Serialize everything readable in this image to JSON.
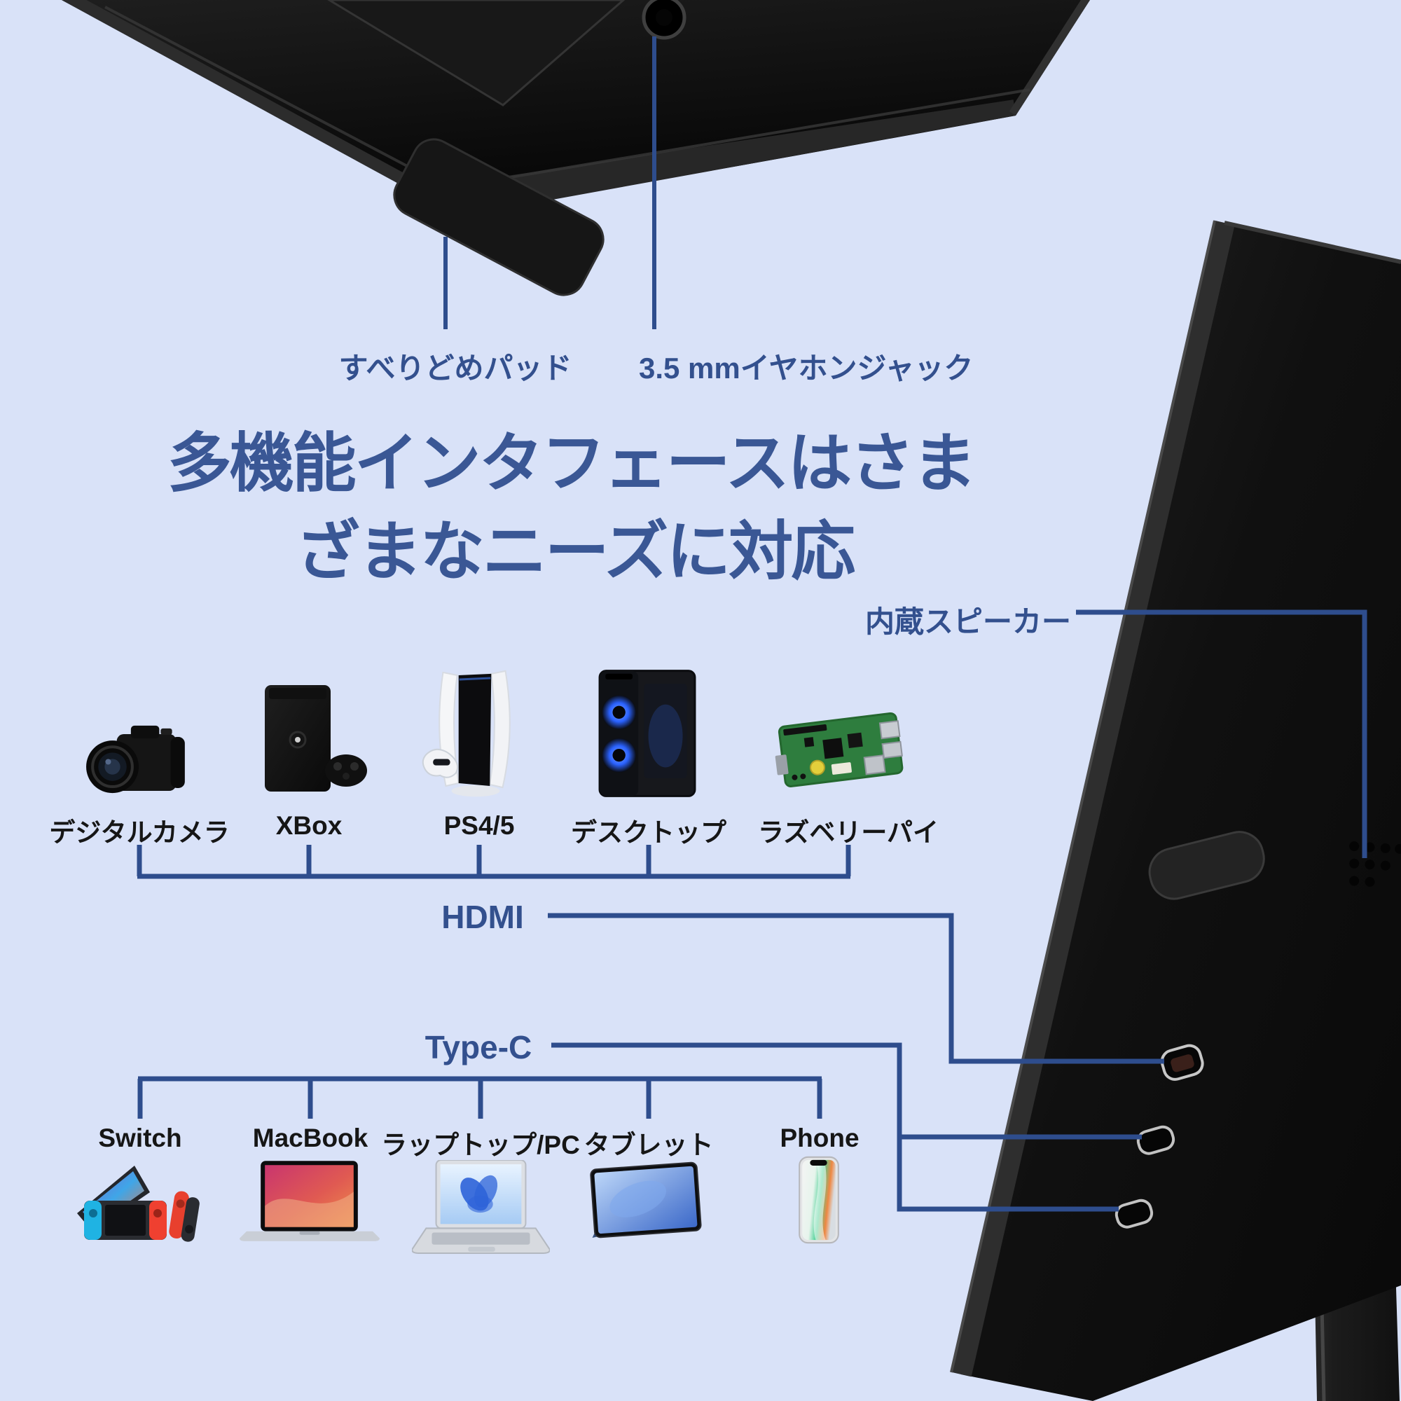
{
  "colors": {
    "background": "#d9e2f8",
    "heading_blue": "#3a5795",
    "label_blue": "#33508e",
    "line_blue": "#2e4d8d",
    "device_label_black": "#161616"
  },
  "top_callouts": {
    "pad_label": "すべりどめパッド",
    "jack_label": "3.5 mmイヤホンジャック"
  },
  "heading": {
    "line1": "多機能インタフェースはさま",
    "line2": "ざまなニーズに対応"
  },
  "speaker": {
    "label": "内蔵スピーカー"
  },
  "hdmi_group": {
    "port_label": "HDMI",
    "devices": [
      {
        "label": "デジタルカメラ",
        "icon": "digital-camera"
      },
      {
        "label": "XBox",
        "icon": "xbox-console"
      },
      {
        "label": "PS4/5",
        "icon": "ps5-console"
      },
      {
        "label": "デスクトップ",
        "icon": "desktop-pc"
      },
      {
        "label": "ラズベリーパイ",
        "icon": "raspberry-pi"
      }
    ]
  },
  "typec_group": {
    "port_label": "Type-C",
    "devices": [
      {
        "label": "Switch",
        "icon": "nintendo-switch"
      },
      {
        "label": "MacBook",
        "icon": "macbook"
      },
      {
        "label": "ラップトップ/PC",
        "icon": "laptop-pc"
      },
      {
        "label": "タブレット",
        "icon": "tablet"
      },
      {
        "label": "Phone",
        "icon": "smartphone"
      }
    ]
  },
  "monitor": {
    "ports": [
      "mini-hdmi",
      "usb-c",
      "usb-c"
    ],
    "features": [
      "built-in-speaker",
      "kickstand",
      "anti-slip-pad",
      "earphone-jack"
    ]
  }
}
